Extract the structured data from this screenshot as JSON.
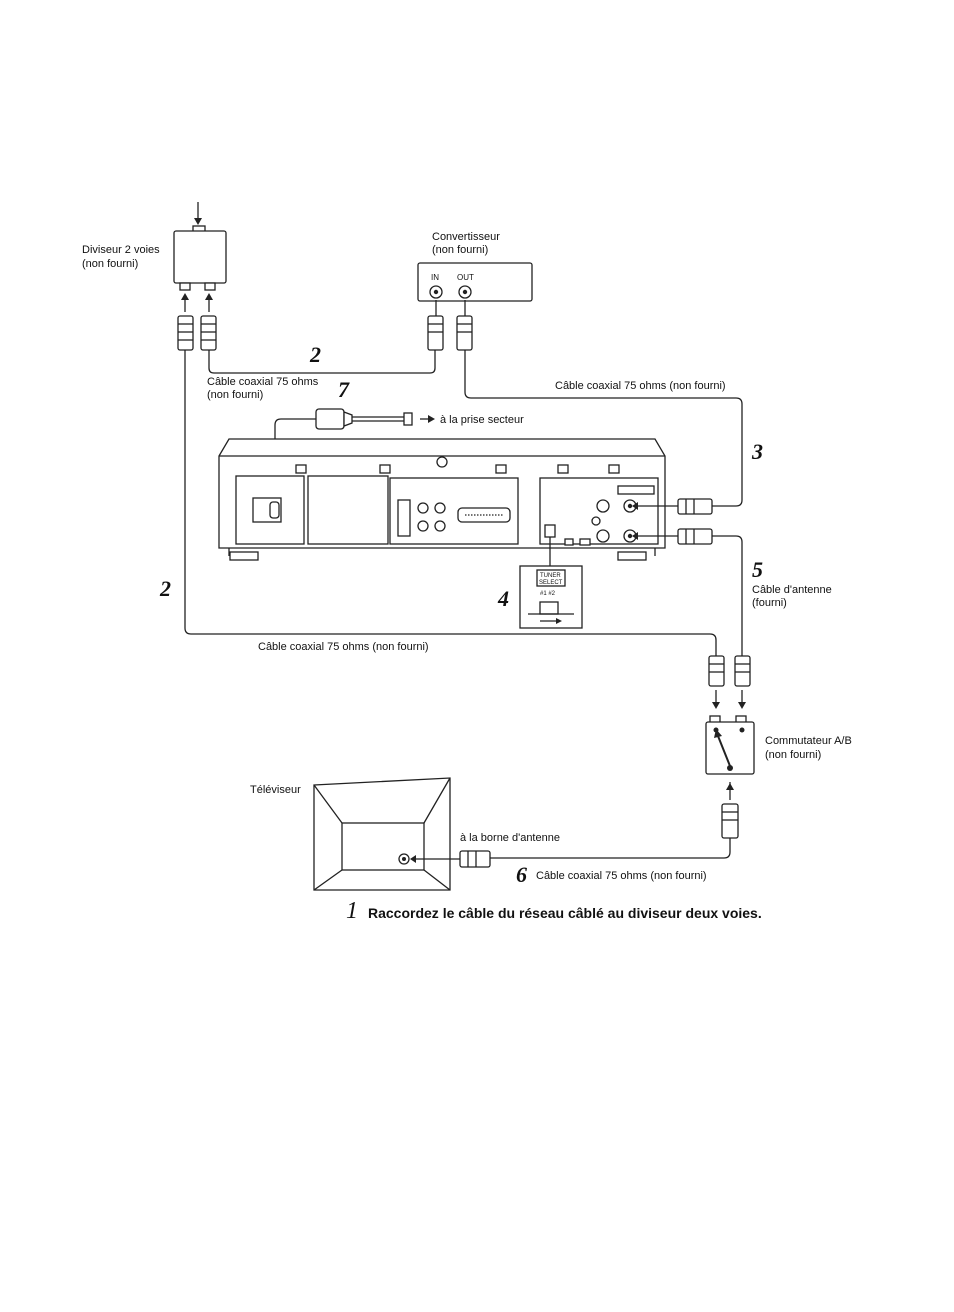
{
  "splitter": {
    "label_1": "Diviseur 2 voies",
    "label_2": "(non fourni)"
  },
  "converter": {
    "label_1": "Convertisseur",
    "label_2": "(non fourni)",
    "in_label": "IN",
    "out_label": "OUT"
  },
  "cable_2_top": {
    "number": "2",
    "label_1": "Câble coaxial 75 ohms",
    "label_2": "(non fourni)"
  },
  "power_cord": {
    "number": "7",
    "label": "à la prise secteur"
  },
  "cable_3": {
    "number": "3",
    "label": "Câble coaxial 75 ohms (non fourni)"
  },
  "cable_5": {
    "number": "5",
    "label_1": "Câble d'antenne",
    "label_2": "(fourni)"
  },
  "cable_2_left": {
    "number": "2",
    "label": "Câble coaxial 75 ohms (non fourni)"
  },
  "tuner_select": {
    "number": "4",
    "label_1": "TUNER",
    "label_2": "SELECT",
    "options": "#1 #2"
  },
  "ab_switch": {
    "label_1": "Commutateur A/B",
    "label_2": "(non fourni)"
  },
  "tv": {
    "label": "Téléviseur",
    "antenna_label": "à la borne d'antenne"
  },
  "cable_6": {
    "number": "6",
    "label": "Câble coaxial 75 ohms (non fourni)"
  },
  "caption": {
    "number": "1",
    "text": "Raccordez le câble du réseau câblé au diviseur deux voies."
  }
}
